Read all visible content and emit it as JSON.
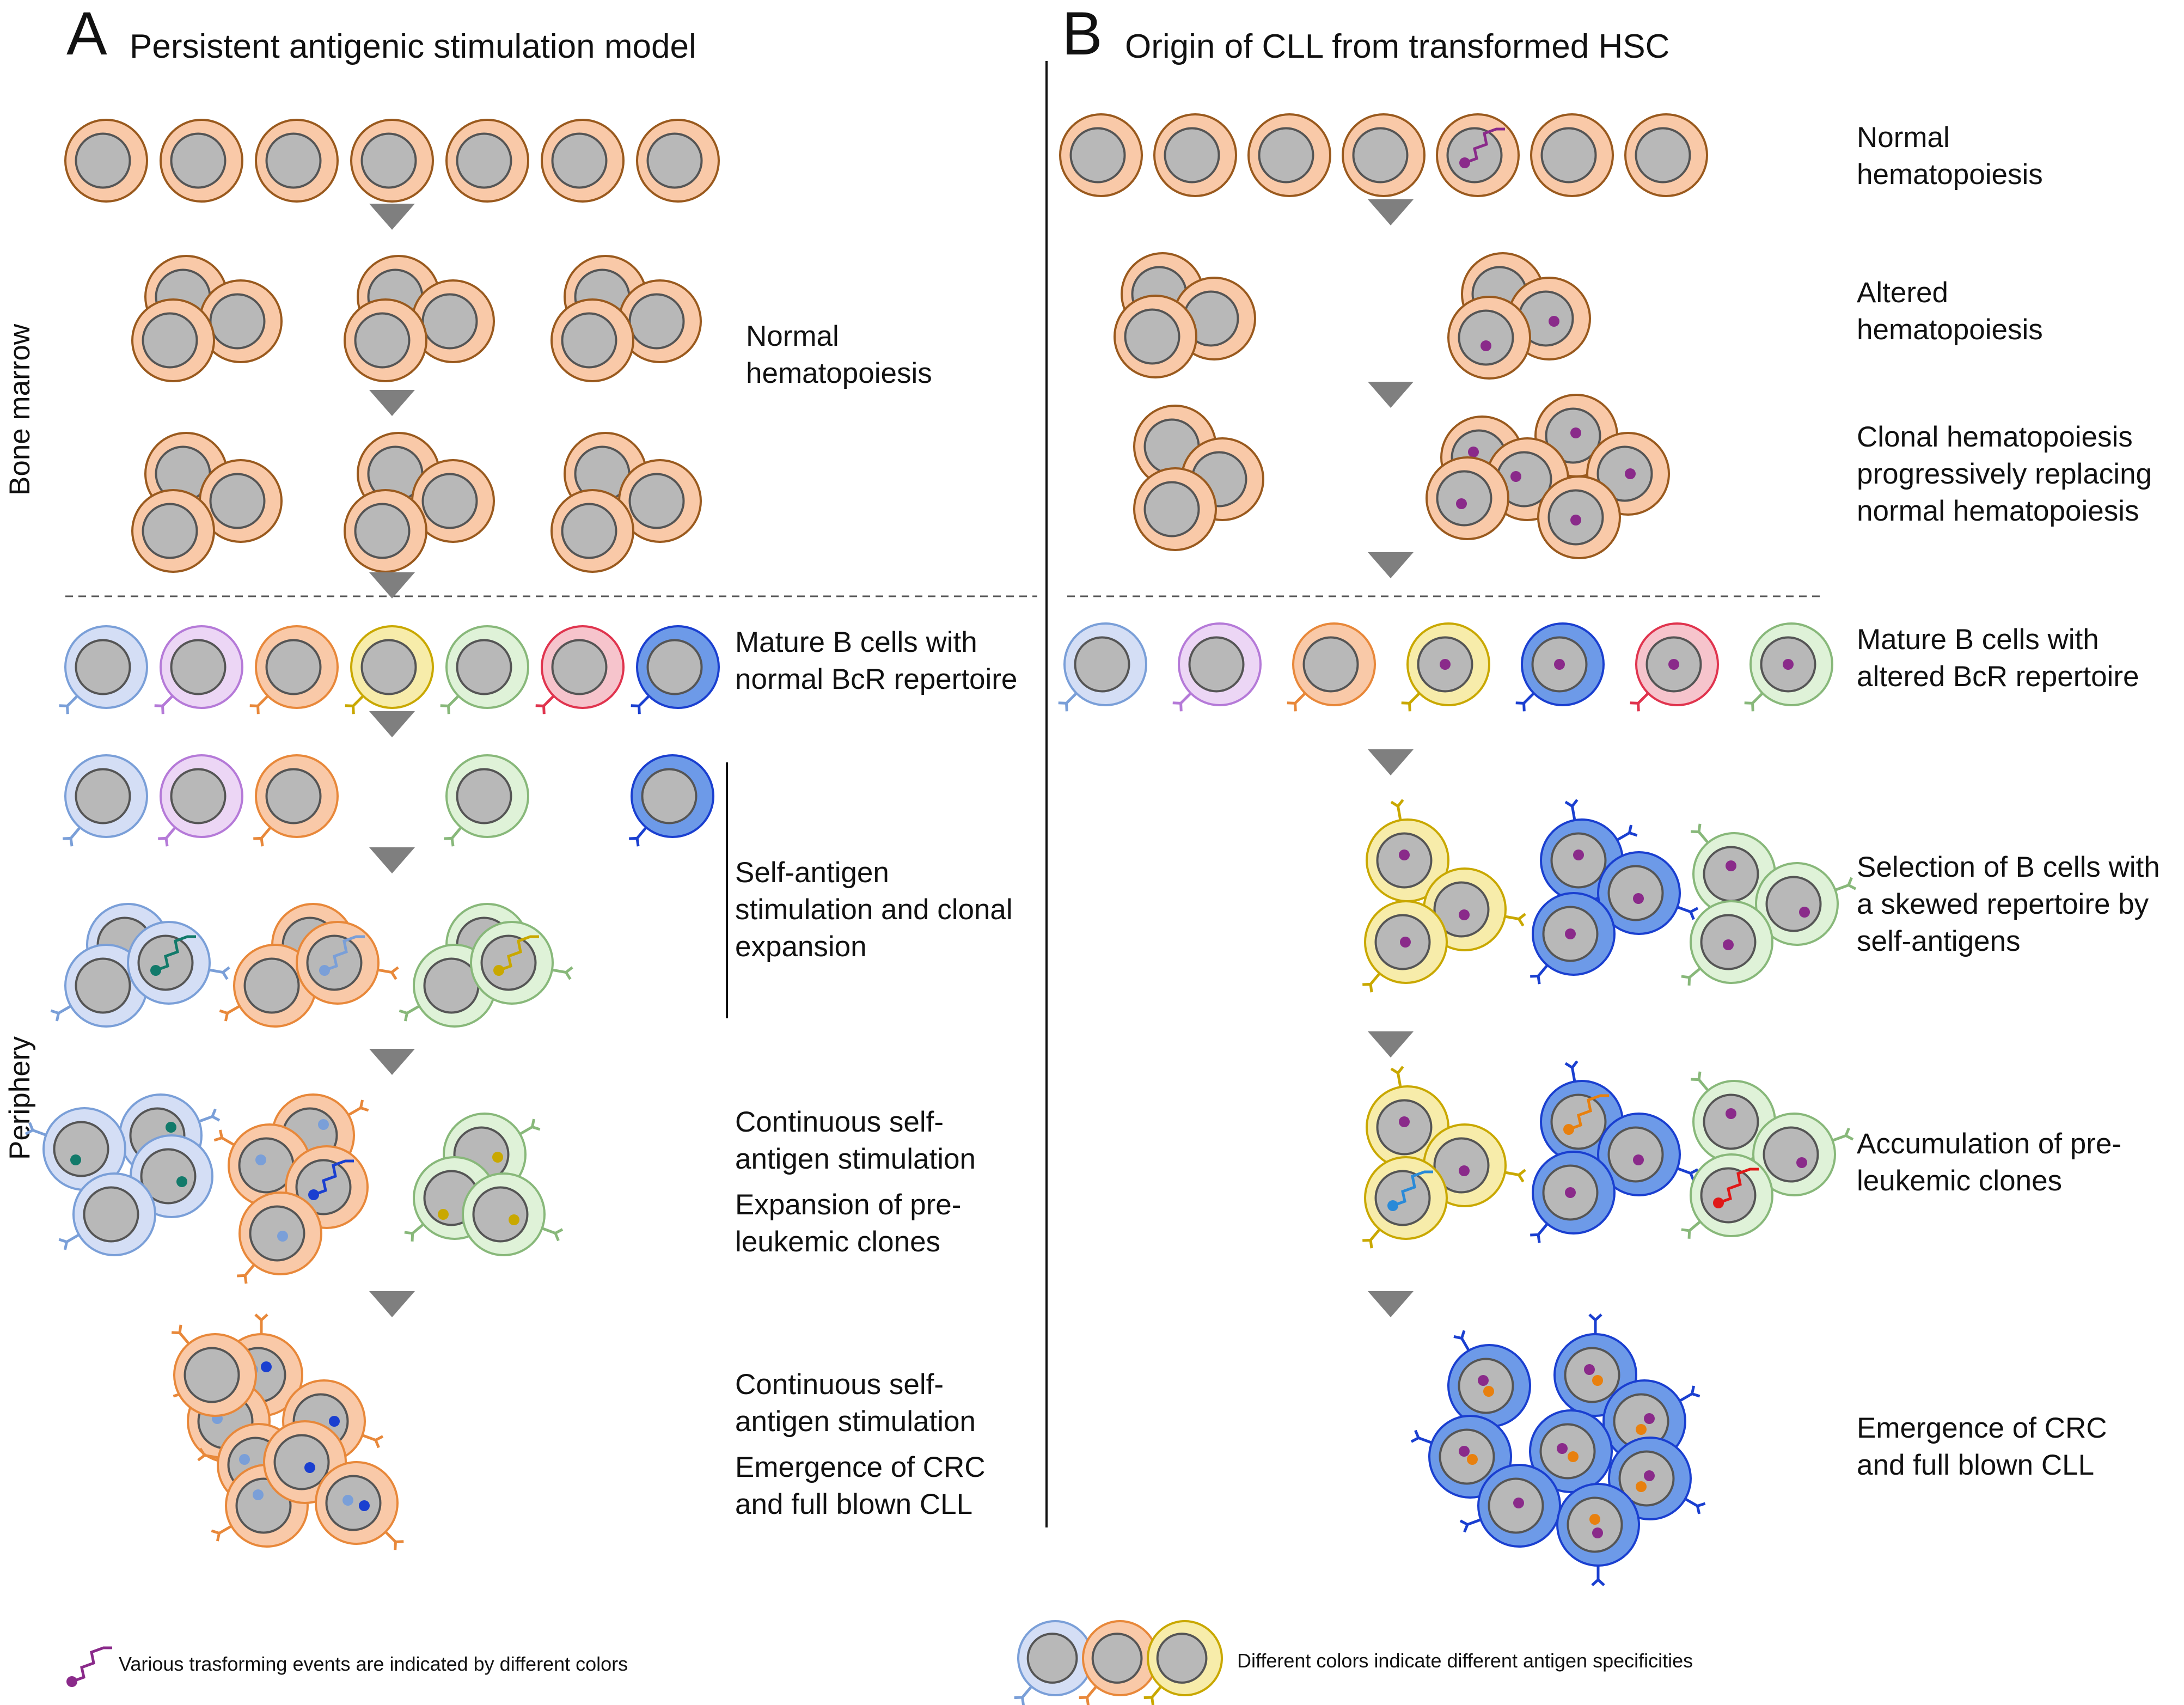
{
  "colors": {
    "orange_fill": "#f9c9a8",
    "orange_stroke": "#9a5a1e",
    "nucleus_fill": "#b8b8b8",
    "nucleus_stroke": "#555555",
    "lightblue_fill": "#d4def5",
    "lightblue_stroke": "#7a9fd8",
    "purple_fill": "#ecd6f5",
    "purple_stroke": "#b57ad8",
    "peach_fill": "#f9c9a8",
    "peach_stroke": "#e8883a",
    "yellow_fill": "#f7ecaa",
    "yellow_stroke": "#c9a800",
    "green_fill": "#dff2d8",
    "green_stroke": "#88b87a",
    "red_fill": "#f6c4cc",
    "red_stroke": "#e0344e",
    "blue_fill": "#6d9ae8",
    "blue_stroke": "#1a3fd0",
    "event_purple": "#8a2a8a",
    "event_teal": "#127a6a",
    "event_orange": "#e8800e",
    "event_red": "#e01818",
    "event_skyblue": "#2a8ad8",
    "arrow_grey": "#7f7f7f"
  },
  "panel_a": {
    "letter": "A",
    "title": "Persistent antigenic stimulation model",
    "labels": {
      "normal_hema_1": "Normal",
      "normal_hema_2": "hematopoiesis",
      "mature_1": "Mature B cells with",
      "mature_2": "normal BcR repertoire",
      "self_1": "Self-antigen",
      "self_2": "stimulation and clonal",
      "self_3": "expansion",
      "cont1_1": "Continuous self-",
      "cont1_2": "antigen stimulation",
      "exp_1": "Expansion of pre-",
      "exp_2": "leukemic clones",
      "cont2_1": "Continuous self-",
      "cont2_2": "antigen stimulation",
      "emerg_1": "Emergence of CRC",
      "emerg_2": "and full blown CLL"
    }
  },
  "panel_b": {
    "letter": "B",
    "title": "Origin of CLL from transformed HSC",
    "labels": {
      "normal_1": "Normal",
      "normal_2": "hematopoiesis",
      "altered_1": "Altered",
      "altered_2": "hematopoiesis",
      "clonal_1": "Clonal hematopoiesis",
      "clonal_2": "progressively replacing",
      "clonal_3": "normal hematopoiesis",
      "mature_1": "Mature B cells with",
      "mature_2": "altered BcR repertoire",
      "select_1": "Selection of B cells with",
      "select_2": "a skewed repertoire by",
      "select_3": "self-antigens",
      "accum_1": "Accumulation of pre-",
      "accum_2": "leukemic clones",
      "emerg_1": "Emergence of CRC",
      "emerg_2": "and full blown CLL"
    }
  },
  "side_labels": {
    "bone_marrow": "Bone marrow",
    "periphery": "Periphery"
  },
  "legend": {
    "events": "Various trasforming events are indicated by different colors",
    "colors": "Different colors indicate different antigen specificities"
  }
}
